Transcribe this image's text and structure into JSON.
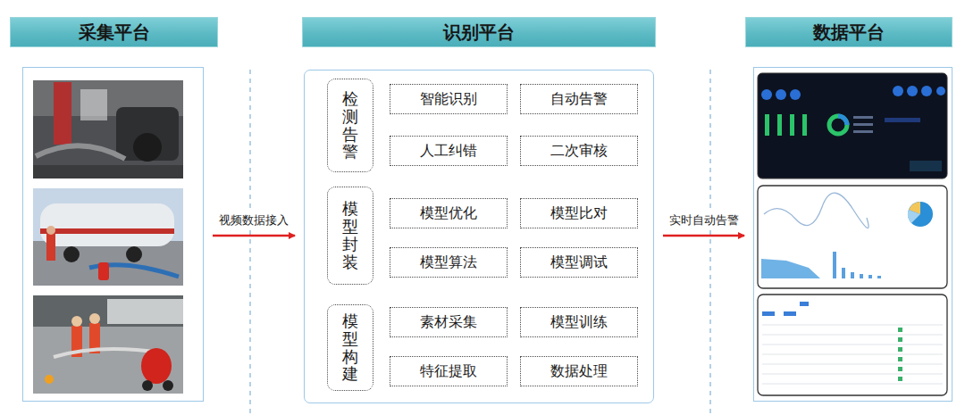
{
  "diagram": {
    "nodes": [
      {
        "text": [
          "采集平台"
        ]
      },
      {
        "text": [
          "识别平台"
        ]
      },
      {
        "text": [
          "数据平台"
        ]
      },
      {
        "text": [
          "检测告警"
        ],
        "in": 1
      },
      {
        "text": [
          "智能识别"
        ],
        "in": 1
      },
      {
        "text": [
          "自动告警"
        ],
        "in": 1
      },
      {
        "text": [
          "人工纠错"
        ],
        "in": 1
      },
      {
        "text": [
          "二次审核"
        ],
        "in": 1
      },
      {
        "text": [
          "模型封装"
        ],
        "in": 1
      },
      {
        "text": [
          "模型优化"
        ],
        "in": 1
      },
      {
        "text": [
          "模型比对"
        ],
        "in": 1
      },
      {
        "text": [
          "模型算法"
        ],
        "in": 1
      },
      {
        "text": [
          "模型调试"
        ],
        "in": 1
      },
      {
        "text": [
          "模型构建"
        ],
        "in": 1
      },
      {
        "text": [
          "素材采集"
        ],
        "in": 1
      },
      {
        "text": [
          "模型训练"
        ],
        "in": 1
      },
      {
        "text": [
          "特征提取"
        ],
        "in": 1
      },
      {
        "text": [
          "数据处理"
        ],
        "in": 1
      }
    ],
    "edges": [
      {
        "from": 0,
        "to": 1,
        "label": "视频数据接入",
        "arrow": "to"
      },
      {
        "from": 1,
        "to": 2,
        "label": "实时自动告警",
        "arrow": "to"
      }
    ]
  }
}
